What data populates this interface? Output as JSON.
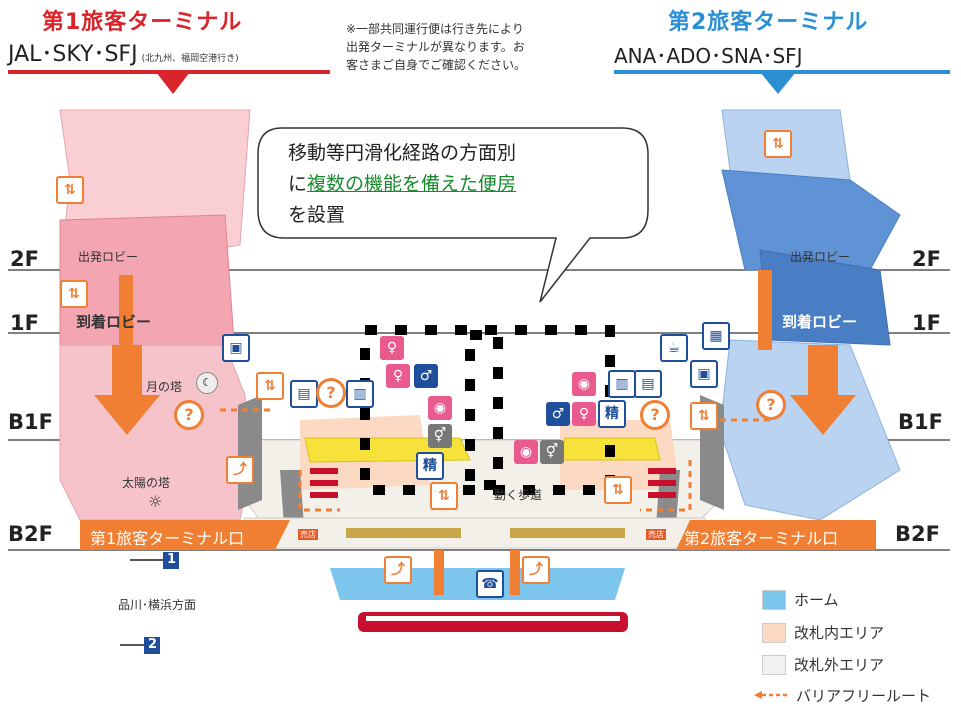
{
  "header": {
    "terminal1_title": "第1旅客ターミナル",
    "terminal1_airlines": "JAL･SKY･SFJ",
    "terminal1_note": "(北九州、福岡空港行き)",
    "notice": "※一部共同運行便は行き先により\n出発ターミナルが異なります。お\n客さまご自身でご確認ください。",
    "terminal2_title": "第2旅客ターミナル",
    "terminal2_airlines": "ANA･ADO･SNA･SFJ"
  },
  "callout": {
    "line1": "移動等円滑化経路の方面別",
    "line2_prefix": "に",
    "line2_link": "複数の機能を備えた便房",
    "line3": "を設置"
  },
  "floors": {
    "f2": "2F",
    "f1": "1F",
    "b1": "B1F",
    "b2": "B2F"
  },
  "labels": {
    "t1_departure_lobby": "出発ロビー",
    "t1_arrival_lobby": "到着ロビー",
    "t2_departure_lobby": "出発ロビー",
    "t2_arrival_lobby": "到着ロビー",
    "moon_tower": "月の塔",
    "sun_tower": "太陽の塔",
    "moving_walkway": "動く歩道",
    "direction": "品川･横浜方面",
    "t1_gate": "第1旅客ターミナル口",
    "t2_gate": "第2旅客ターミナル口",
    "track1": "1",
    "track2": "2",
    "shop": "売店",
    "fare": "精"
  },
  "legend": [
    {
      "label": "ホーム",
      "color": "#7cc5ec"
    },
    {
      "label": "改札内エリア",
      "color": "#fbd9c2"
    },
    {
      "label": "改札外エリア",
      "color": "#f2f2f2"
    }
  ],
  "legend_route": "バリアフリールート",
  "colors": {
    "red": "#d8242a",
    "blue": "#2a8fd3",
    "orange": "#f07e33",
    "pink_lobby": "#f7b7c0",
    "blue_lobby": "#9fc3ea",
    "platform": "#7cc5ec",
    "train": "#c8102e"
  }
}
